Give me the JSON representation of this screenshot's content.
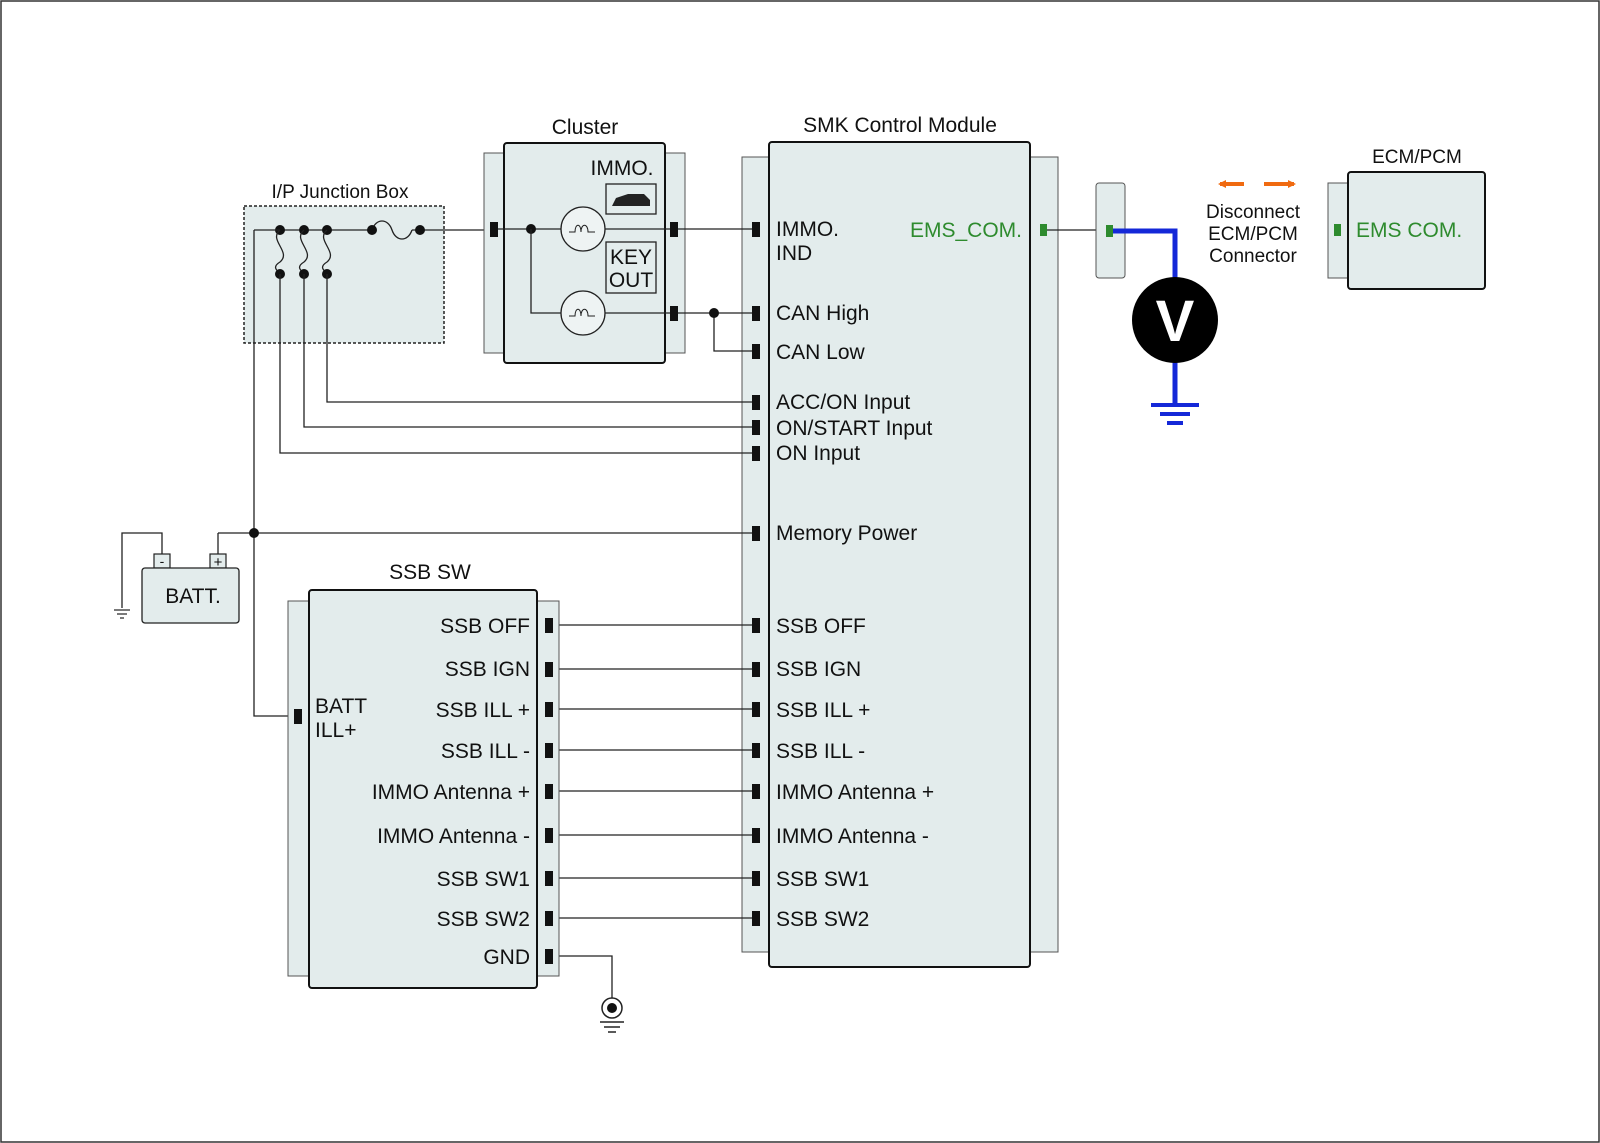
{
  "colors": {
    "box_fill": "#e3ecec",
    "probe": "#1428d8",
    "arrow": "#f06a10",
    "ems": "#2e8b2e"
  },
  "ipjb": {
    "title": "I/P Junction Box"
  },
  "cluster": {
    "title": "Cluster",
    "immo": "IMMO.",
    "key1": "KEY",
    "key2": "OUT"
  },
  "smk": {
    "title": "SMK Control Module",
    "immo_ind_1": "IMMO.",
    "immo_ind_2": "IND",
    "ems_com": "EMS_COM.",
    "can_high": "CAN High",
    "can_low": "CAN Low",
    "acc_on": "ACC/ON Input",
    "on_start": "ON/START Input",
    "on_input": "ON Input",
    "memory_power": "Memory Power",
    "ssb_pins": [
      "SSB OFF",
      "SSB IGN",
      "SSB ILL +",
      "SSB ILL -",
      "IMMO Antenna +",
      "IMMO Antenna -",
      "SSB SW1",
      "SSB SW2"
    ]
  },
  "ssb": {
    "title": "SSB SW",
    "batt_1": "BATT",
    "batt_2": "ILL+",
    "pins": [
      "SSB OFF",
      "SSB IGN",
      "SSB ILL +",
      "SSB ILL -",
      "IMMO Antenna +",
      "IMMO Antenna -",
      "SSB SW1",
      "SSB SW2",
      "GND"
    ]
  },
  "batt": {
    "label": "BATT.",
    "neg": "-",
    "pos": "+"
  },
  "ecm": {
    "title": "ECM/PCM",
    "pin": "EMS COM."
  },
  "note": {
    "line1": "Disconnect",
    "line2": "ECM/PCM",
    "line3": "Connector"
  },
  "meter": {
    "symbol": "V"
  }
}
